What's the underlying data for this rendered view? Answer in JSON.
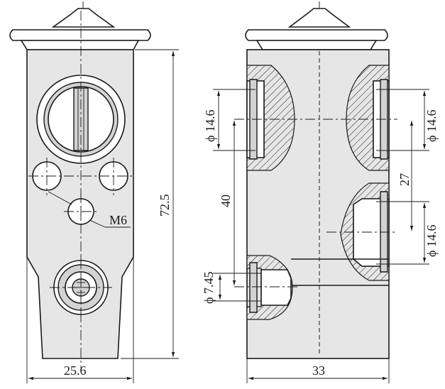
{
  "drawing": {
    "front_view": {
      "dim_width": "25.6",
      "dim_height": "72.5",
      "thread_label": "M6"
    },
    "side_view": {
      "dim_width": "33",
      "dim_port_top_left": "ϕ 14.6",
      "dim_port_top_right": "ϕ 14.6",
      "dim_port_mid_right": "ϕ 14.6",
      "dim_port_bottom_left": "ϕ 7.45",
      "dim_spacing_left": "40",
      "dim_spacing_right": "27"
    }
  }
}
